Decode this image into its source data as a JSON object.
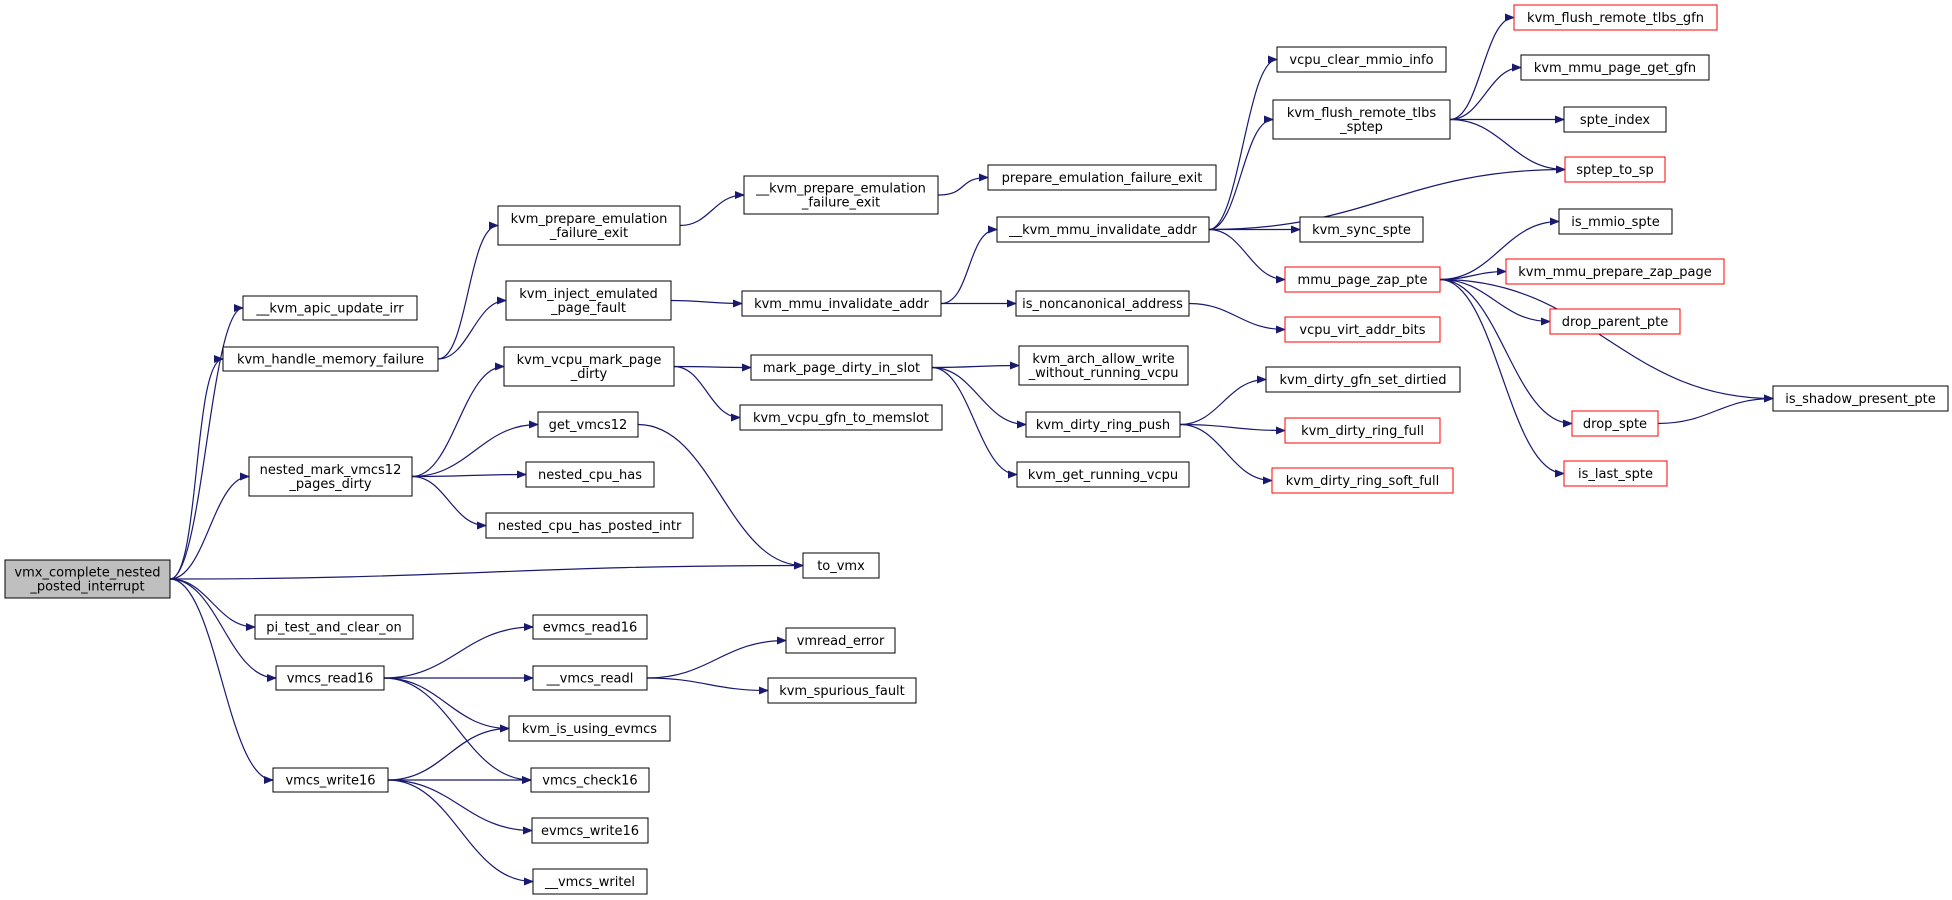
{
  "graph": {
    "colors": {
      "edge": "#191970",
      "root_fill": "#bfbfbf",
      "node_fill": "#ffffff",
      "node_border": "#000000",
      "truncated_border": "#ff0000"
    },
    "nodes": [
      {
        "id": "root",
        "lines": [
          "vmx_complete_nested",
          "_posted_interrupt"
        ],
        "root": true
      },
      {
        "id": "kvm_apic_update_irr",
        "lines": [
          "__kvm_apic_update_irr"
        ]
      },
      {
        "id": "kvm_handle_memory_failure",
        "lines": [
          "kvm_handle_memory_failure"
        ]
      },
      {
        "id": "nested_mark_vmcs12_pages_dirty",
        "lines": [
          "nested_mark_vmcs12",
          "_pages_dirty"
        ]
      },
      {
        "id": "to_vmx",
        "lines": [
          "to_vmx"
        ]
      },
      {
        "id": "pi_test_and_clear_on",
        "lines": [
          "pi_test_and_clear_on"
        ]
      },
      {
        "id": "vmcs_read16",
        "lines": [
          "vmcs_read16"
        ]
      },
      {
        "id": "vmcs_write16",
        "lines": [
          "vmcs_write16"
        ]
      },
      {
        "id": "kvm_prepare_emulation_failure_exit",
        "lines": [
          "kvm_prepare_emulation",
          "_failure_exit"
        ]
      },
      {
        "id": "kvm_inject_emulated_page_fault",
        "lines": [
          "kvm_inject_emulated",
          "_page_fault"
        ]
      },
      {
        "id": "kvm_vcpu_mark_page_dirty",
        "lines": [
          "kvm_vcpu_mark_page",
          "_dirty"
        ]
      },
      {
        "id": "get_vmcs12",
        "lines": [
          "get_vmcs12"
        ]
      },
      {
        "id": "nested_cpu_has",
        "lines": [
          "nested_cpu_has"
        ]
      },
      {
        "id": "nested_cpu_has_posted_intr",
        "lines": [
          "nested_cpu_has_posted_intr"
        ]
      },
      {
        "id": "evmcs_read16",
        "lines": [
          "evmcs_read16"
        ]
      },
      {
        "id": "vmcs_readl",
        "lines": [
          "__vmcs_readl"
        ]
      },
      {
        "id": "kvm_is_using_evmcs",
        "lines": [
          "kvm_is_using_evmcs"
        ]
      },
      {
        "id": "vmcs_check16",
        "lines": [
          "vmcs_check16"
        ]
      },
      {
        "id": "evmcs_write16",
        "lines": [
          "evmcs_write16"
        ]
      },
      {
        "id": "vmcs_writel",
        "lines": [
          "__vmcs_writel"
        ]
      },
      {
        "id": "kvm_prepare_emulation_failure_exit2",
        "lines": [
          "__kvm_prepare_emulation",
          "_failure_exit"
        ]
      },
      {
        "id": "kvm_mmu_invalidate_addr",
        "lines": [
          "kvm_mmu_invalidate_addr"
        ]
      },
      {
        "id": "mark_page_dirty_in_slot",
        "lines": [
          "mark_page_dirty_in_slot"
        ]
      },
      {
        "id": "kvm_vcpu_gfn_to_memslot",
        "lines": [
          "kvm_vcpu_gfn_to_memslot"
        ]
      },
      {
        "id": "vmread_error",
        "lines": [
          "vmread_error"
        ]
      },
      {
        "id": "kvm_spurious_fault",
        "lines": [
          "kvm_spurious_fault"
        ]
      },
      {
        "id": "prepare_emulation_failure_exit",
        "lines": [
          "prepare_emulation_failure_exit"
        ]
      },
      {
        "id": "kvm_mmu_invalidate_addr2",
        "lines": [
          "__kvm_mmu_invalidate_addr"
        ]
      },
      {
        "id": "is_noncanonical_address",
        "lines": [
          "is_noncanonical_address"
        ]
      },
      {
        "id": "kvm_arch_allow_write",
        "lines": [
          "kvm_arch_allow_write",
          "_without_running_vcpu"
        ]
      },
      {
        "id": "kvm_dirty_ring_push",
        "lines": [
          "kvm_dirty_ring_push"
        ]
      },
      {
        "id": "kvm_get_running_vcpu",
        "lines": [
          "kvm_get_running_vcpu"
        ]
      },
      {
        "id": "vcpu_clear_mmio_info",
        "lines": [
          "vcpu_clear_mmio_info"
        ]
      },
      {
        "id": "kvm_flush_remote_tlbs_sptep",
        "lines": [
          "kvm_flush_remote_tlbs",
          "_sptep"
        ]
      },
      {
        "id": "kvm_sync_spte",
        "lines": [
          "kvm_sync_spte"
        ]
      },
      {
        "id": "mmu_page_zap_pte",
        "lines": [
          "mmu_page_zap_pte"
        ],
        "truncated": true
      },
      {
        "id": "vcpu_virt_addr_bits",
        "lines": [
          "vcpu_virt_addr_bits"
        ],
        "truncated": true
      },
      {
        "id": "kvm_dirty_gfn_set_dirtied",
        "lines": [
          "kvm_dirty_gfn_set_dirtied"
        ]
      },
      {
        "id": "kvm_dirty_ring_full",
        "lines": [
          "kvm_dirty_ring_full"
        ],
        "truncated": true
      },
      {
        "id": "kvm_dirty_ring_soft_full",
        "lines": [
          "kvm_dirty_ring_soft_full"
        ],
        "truncated": true
      },
      {
        "id": "kvm_flush_remote_tlbs_gfn",
        "lines": [
          "kvm_flush_remote_tlbs_gfn"
        ],
        "truncated": true
      },
      {
        "id": "kvm_mmu_page_get_gfn",
        "lines": [
          "kvm_mmu_page_get_gfn"
        ]
      },
      {
        "id": "spte_index",
        "lines": [
          "spte_index"
        ]
      },
      {
        "id": "sptep_to_sp",
        "lines": [
          "sptep_to_sp"
        ],
        "truncated": true
      },
      {
        "id": "is_mmio_spte",
        "lines": [
          "is_mmio_spte"
        ]
      },
      {
        "id": "kvm_mmu_prepare_zap_page",
        "lines": [
          "kvm_mmu_prepare_zap_page"
        ],
        "truncated": true
      },
      {
        "id": "drop_parent_pte",
        "lines": [
          "drop_parent_pte"
        ],
        "truncated": true
      },
      {
        "id": "drop_spte",
        "lines": [
          "drop_spte"
        ],
        "truncated": true
      },
      {
        "id": "is_last_spte",
        "lines": [
          "is_last_spte"
        ],
        "truncated": true
      },
      {
        "id": "is_shadow_present_pte",
        "lines": [
          "is_shadow_present_pte"
        ]
      }
    ],
    "edges": [
      [
        "root",
        "kvm_apic_update_irr"
      ],
      [
        "root",
        "kvm_handle_memory_failure"
      ],
      [
        "root",
        "nested_mark_vmcs12_pages_dirty"
      ],
      [
        "root",
        "to_vmx"
      ],
      [
        "root",
        "pi_test_and_clear_on"
      ],
      [
        "root",
        "vmcs_read16"
      ],
      [
        "root",
        "vmcs_write16"
      ],
      [
        "kvm_handle_memory_failure",
        "kvm_prepare_emulation_failure_exit"
      ],
      [
        "kvm_handle_memory_failure",
        "kvm_inject_emulated_page_fault"
      ],
      [
        "nested_mark_vmcs12_pages_dirty",
        "kvm_vcpu_mark_page_dirty"
      ],
      [
        "nested_mark_vmcs12_pages_dirty",
        "get_vmcs12"
      ],
      [
        "nested_mark_vmcs12_pages_dirty",
        "nested_cpu_has"
      ],
      [
        "nested_mark_vmcs12_pages_dirty",
        "nested_cpu_has_posted_intr"
      ],
      [
        "get_vmcs12",
        "to_vmx"
      ],
      [
        "vmcs_read16",
        "evmcs_read16"
      ],
      [
        "vmcs_read16",
        "vmcs_readl"
      ],
      [
        "vmcs_read16",
        "kvm_is_using_evmcs"
      ],
      [
        "vmcs_read16",
        "vmcs_check16"
      ],
      [
        "vmcs_write16",
        "kvm_is_using_evmcs"
      ],
      [
        "vmcs_write16",
        "vmcs_check16"
      ],
      [
        "vmcs_write16",
        "evmcs_write16"
      ],
      [
        "vmcs_write16",
        "vmcs_writel"
      ],
      [
        "kvm_prepare_emulation_failure_exit",
        "kvm_prepare_emulation_failure_exit2"
      ],
      [
        "kvm_inject_emulated_page_fault",
        "kvm_mmu_invalidate_addr"
      ],
      [
        "kvm_vcpu_mark_page_dirty",
        "mark_page_dirty_in_slot"
      ],
      [
        "kvm_vcpu_mark_page_dirty",
        "kvm_vcpu_gfn_to_memslot"
      ],
      [
        "vmcs_readl",
        "vmread_error"
      ],
      [
        "vmcs_readl",
        "kvm_spurious_fault"
      ],
      [
        "kvm_prepare_emulation_failure_exit2",
        "prepare_emulation_failure_exit"
      ],
      [
        "kvm_mmu_invalidate_addr",
        "kvm_mmu_invalidate_addr2"
      ],
      [
        "kvm_mmu_invalidate_addr",
        "is_noncanonical_address"
      ],
      [
        "mark_page_dirty_in_slot",
        "kvm_arch_allow_write"
      ],
      [
        "mark_page_dirty_in_slot",
        "kvm_dirty_ring_push"
      ],
      [
        "mark_page_dirty_in_slot",
        "kvm_get_running_vcpu"
      ],
      [
        "kvm_mmu_invalidate_addr2",
        "vcpu_clear_mmio_info"
      ],
      [
        "kvm_mmu_invalidate_addr2",
        "kvm_flush_remote_tlbs_sptep"
      ],
      [
        "kvm_mmu_invalidate_addr2",
        "sptep_to_sp"
      ],
      [
        "kvm_mmu_invalidate_addr2",
        "kvm_sync_spte"
      ],
      [
        "kvm_mmu_invalidate_addr2",
        "mmu_page_zap_pte"
      ],
      [
        "is_noncanonical_address",
        "vcpu_virt_addr_bits"
      ],
      [
        "kvm_dirty_ring_push",
        "kvm_dirty_gfn_set_dirtied"
      ],
      [
        "kvm_dirty_ring_push",
        "kvm_dirty_ring_full"
      ],
      [
        "kvm_dirty_ring_push",
        "kvm_dirty_ring_soft_full"
      ],
      [
        "kvm_flush_remote_tlbs_sptep",
        "kvm_flush_remote_tlbs_gfn"
      ],
      [
        "kvm_flush_remote_tlbs_sptep",
        "kvm_mmu_page_get_gfn"
      ],
      [
        "kvm_flush_remote_tlbs_sptep",
        "spte_index"
      ],
      [
        "kvm_flush_remote_tlbs_sptep",
        "sptep_to_sp"
      ],
      [
        "mmu_page_zap_pte",
        "is_mmio_spte"
      ],
      [
        "mmu_page_zap_pte",
        "kvm_mmu_prepare_zap_page"
      ],
      [
        "mmu_page_zap_pte",
        "drop_parent_pte"
      ],
      [
        "mmu_page_zap_pte",
        "is_shadow_present_pte"
      ],
      [
        "mmu_page_zap_pte",
        "drop_spte"
      ],
      [
        "mmu_page_zap_pte",
        "is_last_spte"
      ],
      [
        "drop_spte",
        "is_shadow_present_pte"
      ]
    ]
  }
}
